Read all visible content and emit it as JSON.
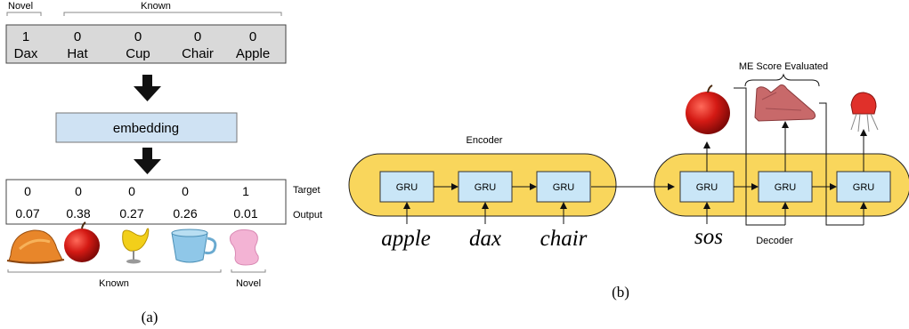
{
  "panel_a": {
    "novel_label": "Novel",
    "known_label": "Known",
    "input_counts": [
      "1",
      "0",
      "0",
      "0",
      "0"
    ],
    "input_words": [
      "Dax",
      "Hat",
      "Cup",
      "Chair",
      "Apple"
    ],
    "embedding_label": "embedding",
    "targets": [
      "0",
      "0",
      "0",
      "0",
      "1"
    ],
    "outputs": [
      "0.07",
      "0.38",
      "0.27",
      "0.26",
      "0.01"
    ],
    "target_row_label": "Target",
    "output_row_label": "Output",
    "known_bottom_label": "Known",
    "novel_bottom_label": "Novel",
    "images": [
      "hard-hat-icon",
      "apple-icon",
      "chair-icon",
      "cup-icon",
      "novel-object-icon"
    ],
    "caption": "(a)"
  },
  "panel_b": {
    "encoder_label": "Encoder",
    "decoder_label": "Decoder",
    "gru_label": "GRU",
    "encoder_inputs": [
      "apple",
      "dax",
      "chair"
    ],
    "decoder_input": "sos",
    "me_score_label": "ME Score Evaluated",
    "outputs_icons": [
      "apple-icon",
      "novel-object-icon",
      "chair-icon"
    ],
    "caption": "(b)"
  },
  "colors": {
    "input_box_fill": "#d9d9d9",
    "embedding_fill": "#cfe2f3",
    "pill_fill": "#f9d65c",
    "gru_fill": "#c9e6f7",
    "arrow": "#111111"
  }
}
